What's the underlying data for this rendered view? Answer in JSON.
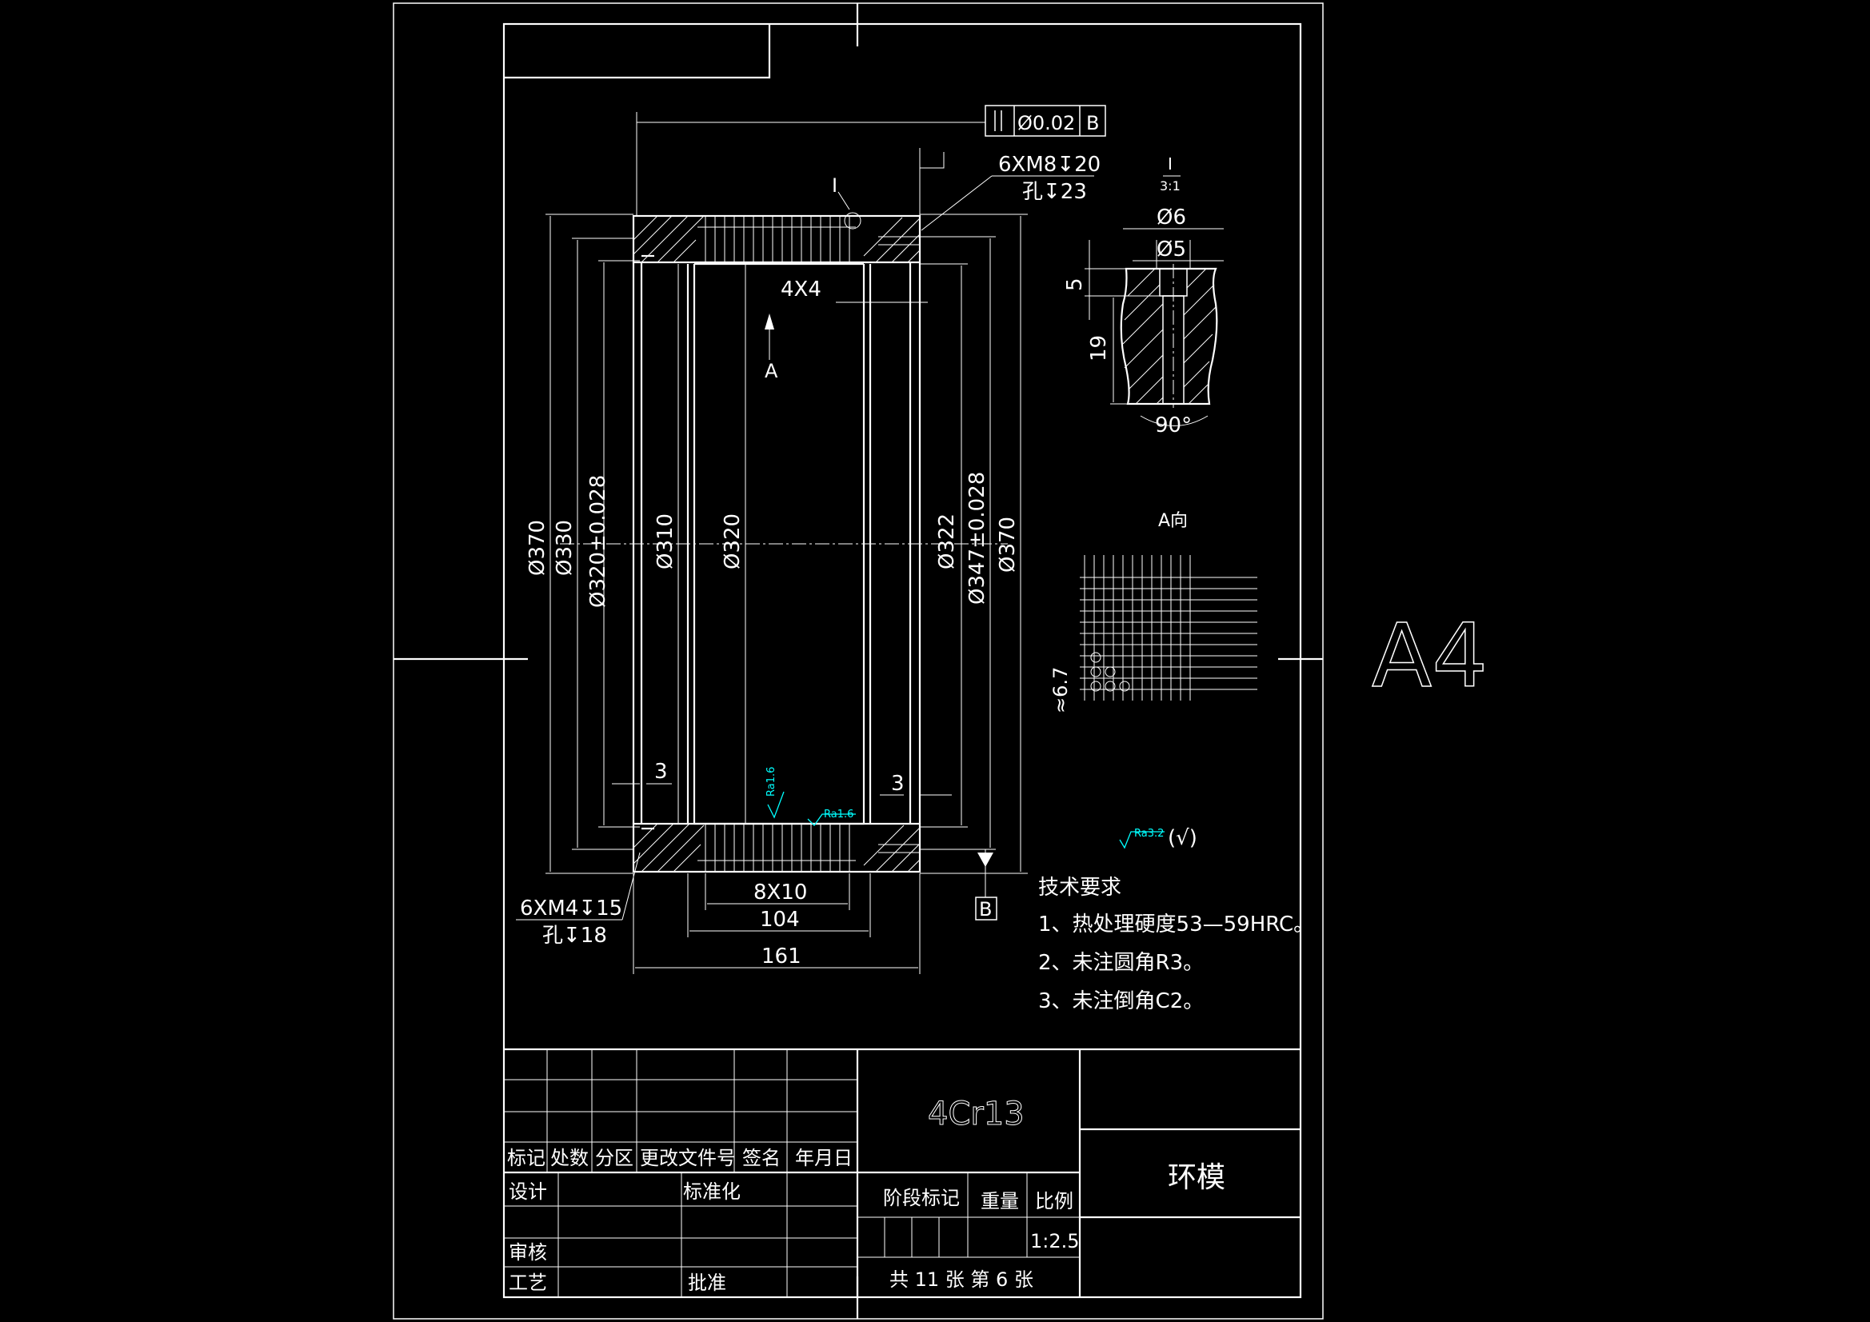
{
  "sheet": {
    "size_label": "A4"
  },
  "gdt": {
    "symbol": "//",
    "tolerance": "Ø0.02",
    "datum": "B"
  },
  "threads": {
    "top_note_1": "6XM8↧20",
    "top_note_2": "孔↧23",
    "bottom_note_1": "6XM4↧15",
    "bottom_note_2": "孔↧18"
  },
  "dimensions": {
    "d370_left": "Ø370",
    "d330": "Ø330",
    "d320_tol": "Ø320±0.028",
    "d310": "Ø310",
    "d320": "Ø320",
    "d322": "Ø322",
    "d347_tol": "Ø347±0.028",
    "d370_right": "Ø370",
    "groove": "4X4",
    "three_left": "3",
    "three_right": "3",
    "pitch": "8X10",
    "len104": "104",
    "len161": "161"
  },
  "section_marks": {
    "view_arrow": "A",
    "detail_mark": "I",
    "datum_box": "B"
  },
  "roughness": {
    "r1": "Ra1.6",
    "r2": "Ra1.6",
    "general": "Ra3.2",
    "general_suffix": "(√)"
  },
  "detail": {
    "title": "I",
    "scale": "3:1",
    "d6": "Ø6",
    "d5": "Ø5",
    "depth5": "5",
    "depth19": "19",
    "angle": "90°"
  },
  "view_a": {
    "title": "A向",
    "spacing": "≈6.7"
  },
  "tech_req": {
    "title": "技术要求",
    "items": [
      "1、热处理硬度53—59HRC。",
      "2、未注圆角R3。",
      "3、未注倒角C2。"
    ]
  },
  "title_block": {
    "material": "4Cr13",
    "part_name": "环模",
    "rev_headers": [
      "标记",
      "处数",
      "分区",
      "更改文件号",
      "签名",
      "年月日"
    ],
    "design": "设计",
    "standardize": "标准化",
    "review": "审核",
    "process": "工艺",
    "approve": "批准",
    "stage": "阶段标记",
    "weight": "重量",
    "ratio": "比例",
    "scale_value": "1:2.5",
    "sheets": "共 11 张 第 6 张"
  }
}
